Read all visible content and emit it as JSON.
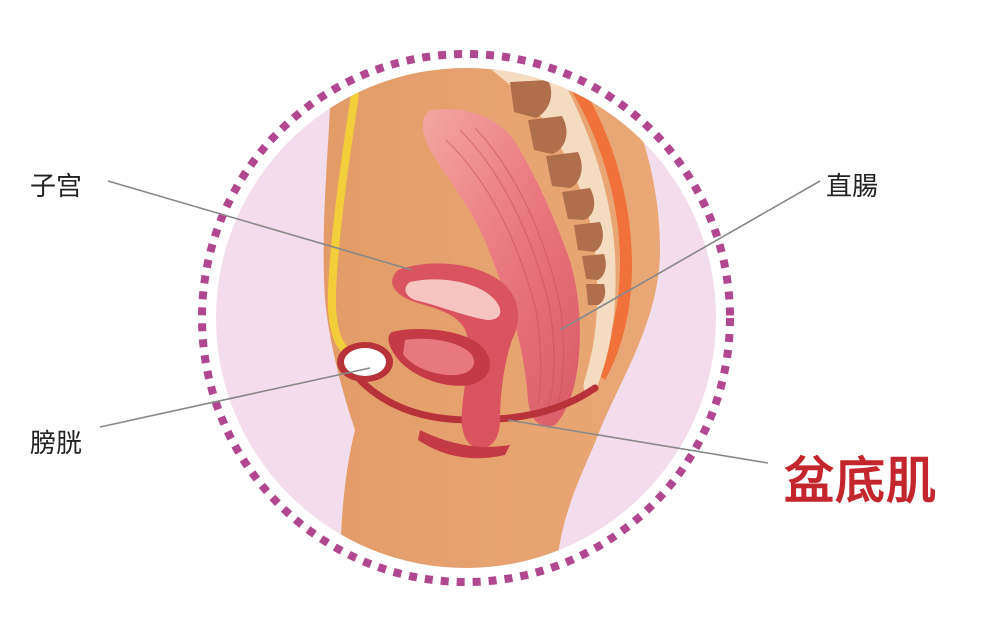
{
  "labels": {
    "uterus": "子宫",
    "bladder": "膀胱",
    "rectum": "直腸",
    "pelvic_floor": "盆底肌"
  },
  "colors": {
    "circle_border": "#b0478f",
    "circle_fill": "#f3ddec",
    "skin": "#e8a572",
    "pelvic_floor_label": "#c3262c",
    "organ_red": "#c43a45",
    "muscle_pink": "#e9787e",
    "spine_bone": "#f5dcc0",
    "vertebra": "#b06f4c",
    "leader_line": "#888888"
  },
  "icons": [
    "uterus-organ",
    "bladder-organ",
    "rectum-organ",
    "spine",
    "pelvic-floor-muscle"
  ]
}
